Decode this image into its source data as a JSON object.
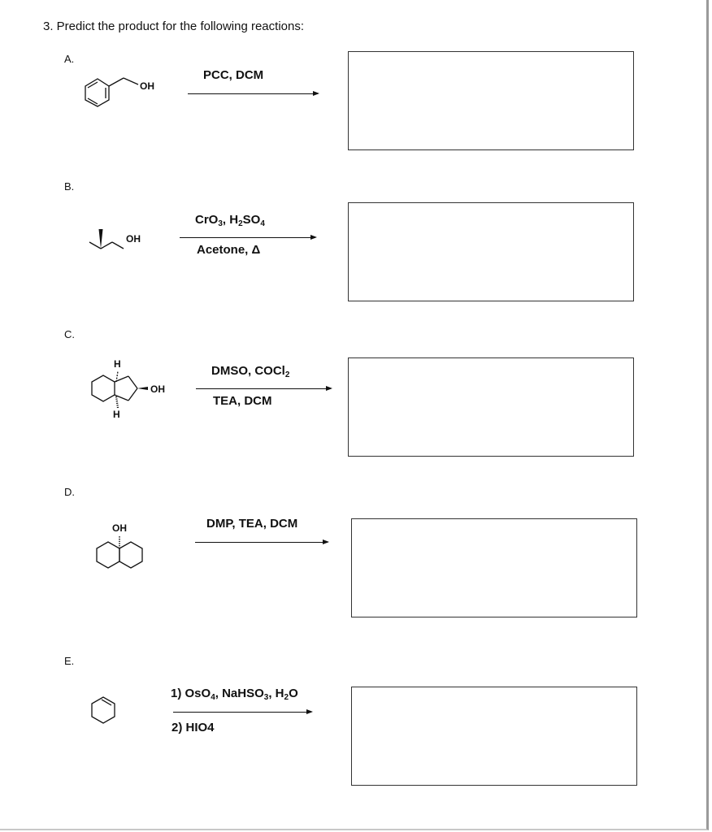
{
  "question": "3. Predict the product for the following reactions:",
  "reactions": [
    {
      "label": "A.",
      "reagents_top": "PCC, DCM",
      "reagents_bottom": "",
      "mol_labels": {
        "oh": "OH"
      }
    },
    {
      "label": "B.",
      "reagents_top": {
        "p1": "CrO",
        "s1": "3",
        "p2": ", H",
        "s2": "2",
        "p3": "SO",
        "s3": "4"
      },
      "reagents_bottom": "Acetone, Δ",
      "mol_labels": {
        "oh": "OH"
      }
    },
    {
      "label": "C.",
      "reagents_top": {
        "p1": "DMSO, COCl",
        "s1": "2"
      },
      "reagents_bottom": "TEA, DCM",
      "mol_labels": {
        "h_top": "H",
        "h_bottom": "H",
        "oh": "OH"
      }
    },
    {
      "label": "D.",
      "reagents_top": "DMP, TEA, DCM",
      "reagents_bottom": "",
      "mol_labels": {
        "oh": "OH"
      }
    },
    {
      "label": "E.",
      "reagents_top": {
        "p1": "1) OsO",
        "s1": "4",
        "p2": ", NaHSO",
        "s2": "3",
        "p3": ", H",
        "s3": "2",
        "p4": "O"
      },
      "reagents_bottom": "2) HIO4",
      "mol_labels": {}
    }
  ]
}
